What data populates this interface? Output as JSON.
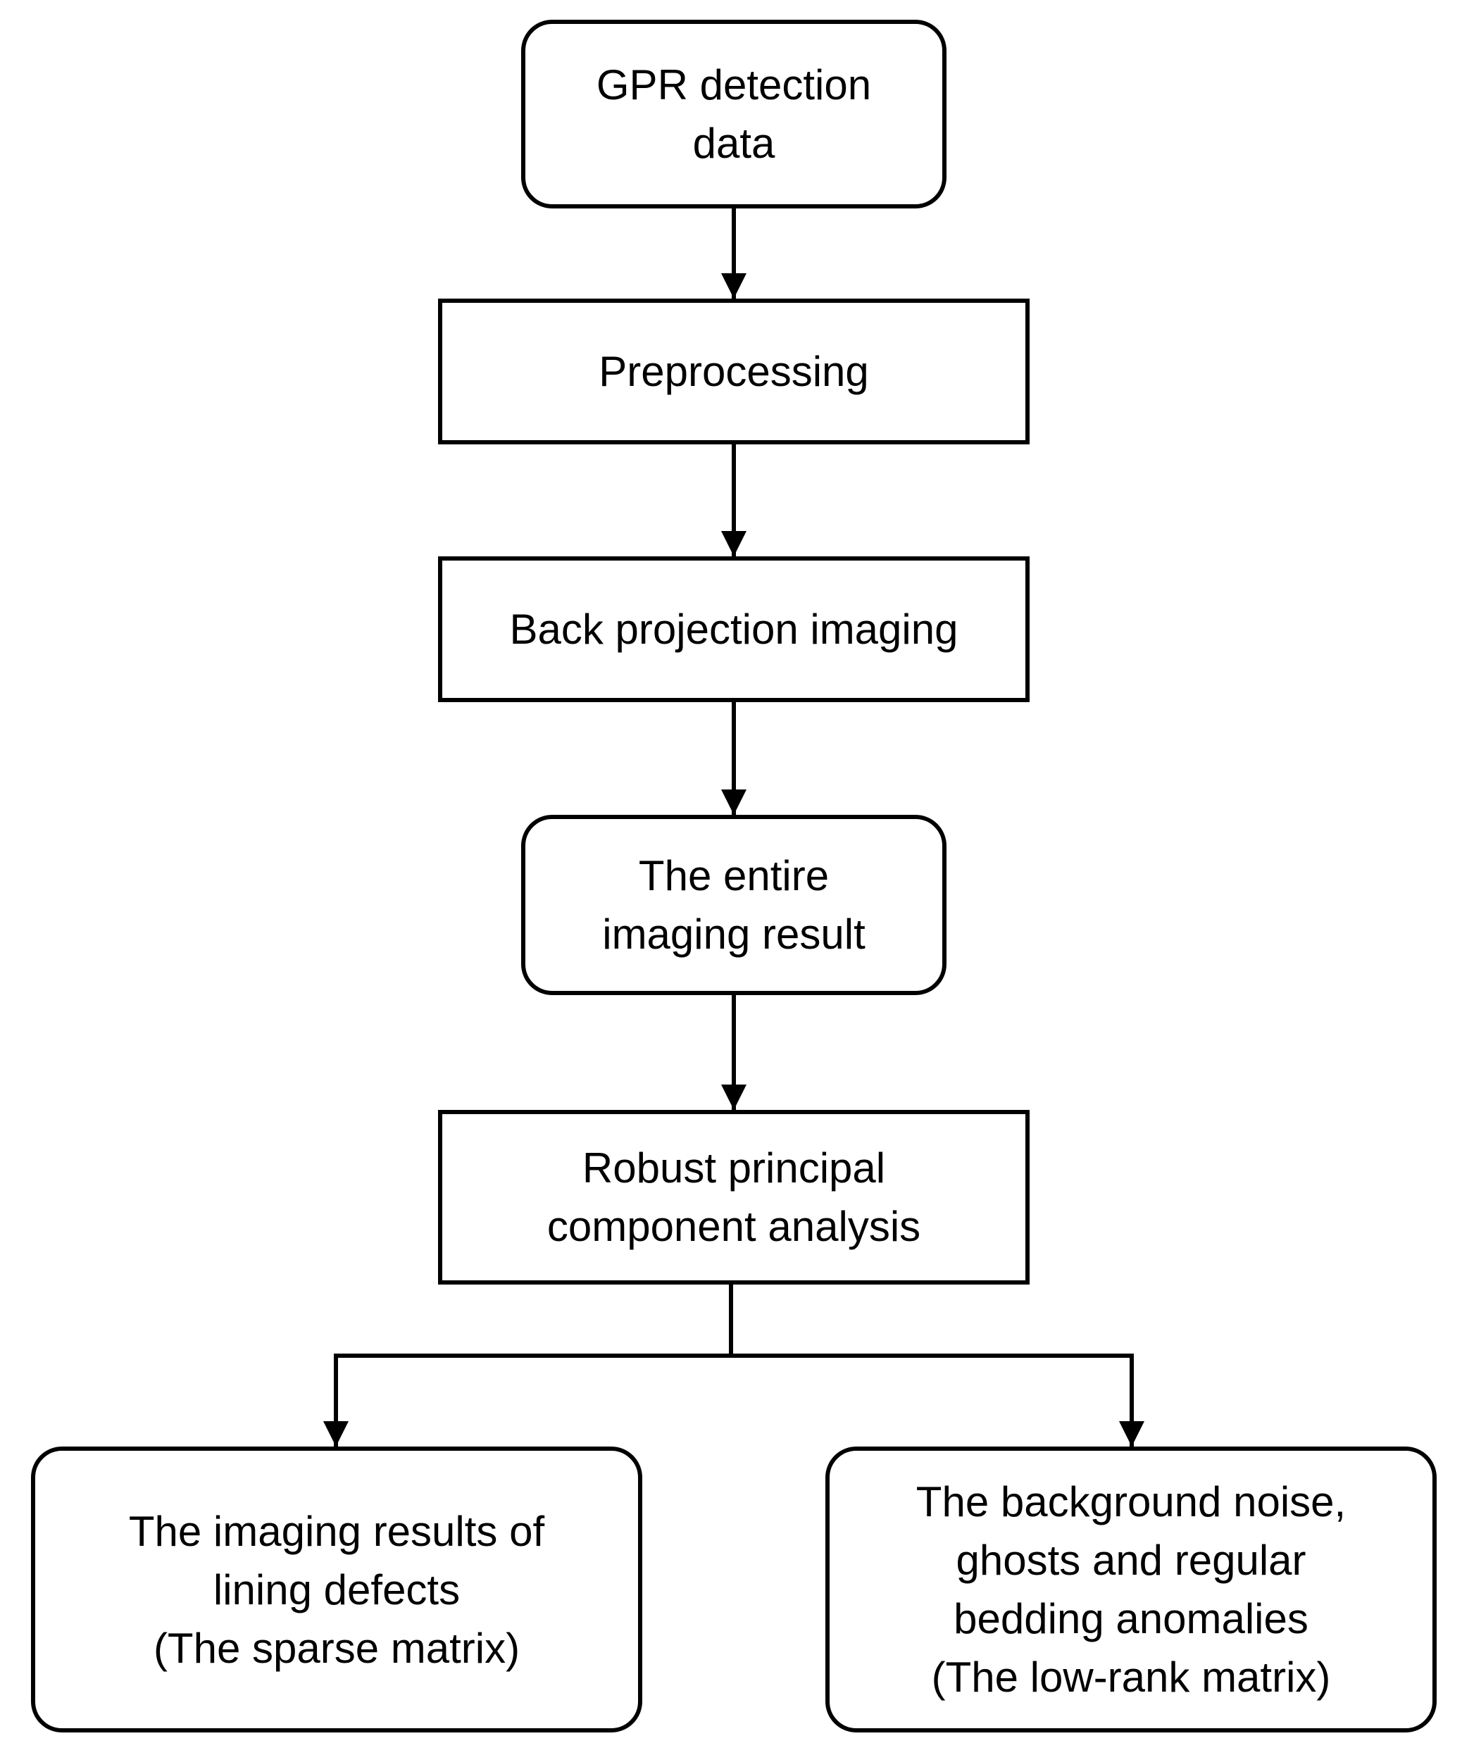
{
  "nodes": {
    "gpr": {
      "lines": [
        "GPR detection",
        "data"
      ]
    },
    "preprocessing": {
      "lines": [
        "Preprocessing"
      ]
    },
    "backprojection": {
      "lines": [
        "Back projection imaging"
      ]
    },
    "entire": {
      "lines": [
        "The  entire",
        "imaging result"
      ]
    },
    "rpca": {
      "lines": [
        "Robust principal",
        "component analysis"
      ]
    },
    "sparse": {
      "lines": [
        "The  imaging results of",
        "lining defects",
        "(The  sparse matrix)"
      ]
    },
    "lowrank": {
      "lines": [
        "The  background noise,",
        "ghosts and regular",
        "bedding anomalies",
        "(The  low-rank matrix)"
      ]
    }
  }
}
